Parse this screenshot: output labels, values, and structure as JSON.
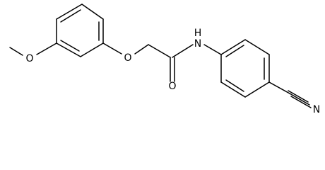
{
  "molecule": {
    "labels": {
      "methoxy_o": "O",
      "ether_o": "O",
      "carbonyl_o": "O",
      "amide_n": "N",
      "amide_h": "H",
      "nitrile_n": "N"
    }
  },
  "colors": {
    "background": "#ffffff",
    "ink": "#000000"
  }
}
